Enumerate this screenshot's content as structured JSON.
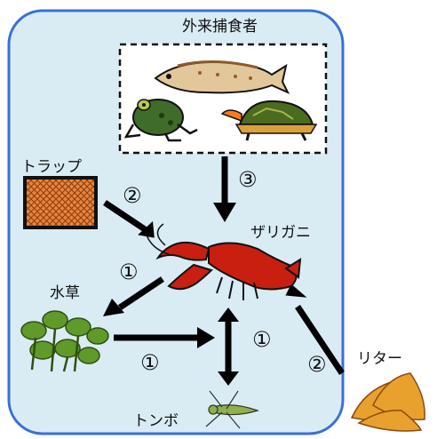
{
  "labels": {
    "predators": "外来捕食者",
    "trap": "トラップ",
    "crayfish": "ザリガニ",
    "waterweed": "水草",
    "litter": "リター",
    "dragonfly": "トンボ"
  },
  "arrow_numbers": {
    "predators_to_crayfish": "③",
    "trap_to_crayfish": "②",
    "crayfish_to_weed": "①",
    "weed_to_center": "①",
    "dragonfly_link": "①",
    "litter_to_crayfish": "②"
  },
  "colors": {
    "panel_fill": "#d9ecf4",
    "panel_border": "#3a6fd8",
    "crayfish": "#c81f10",
    "trap": "#e8853c",
    "weed": "#5f9a2a",
    "litter": "#e9a12d"
  }
}
